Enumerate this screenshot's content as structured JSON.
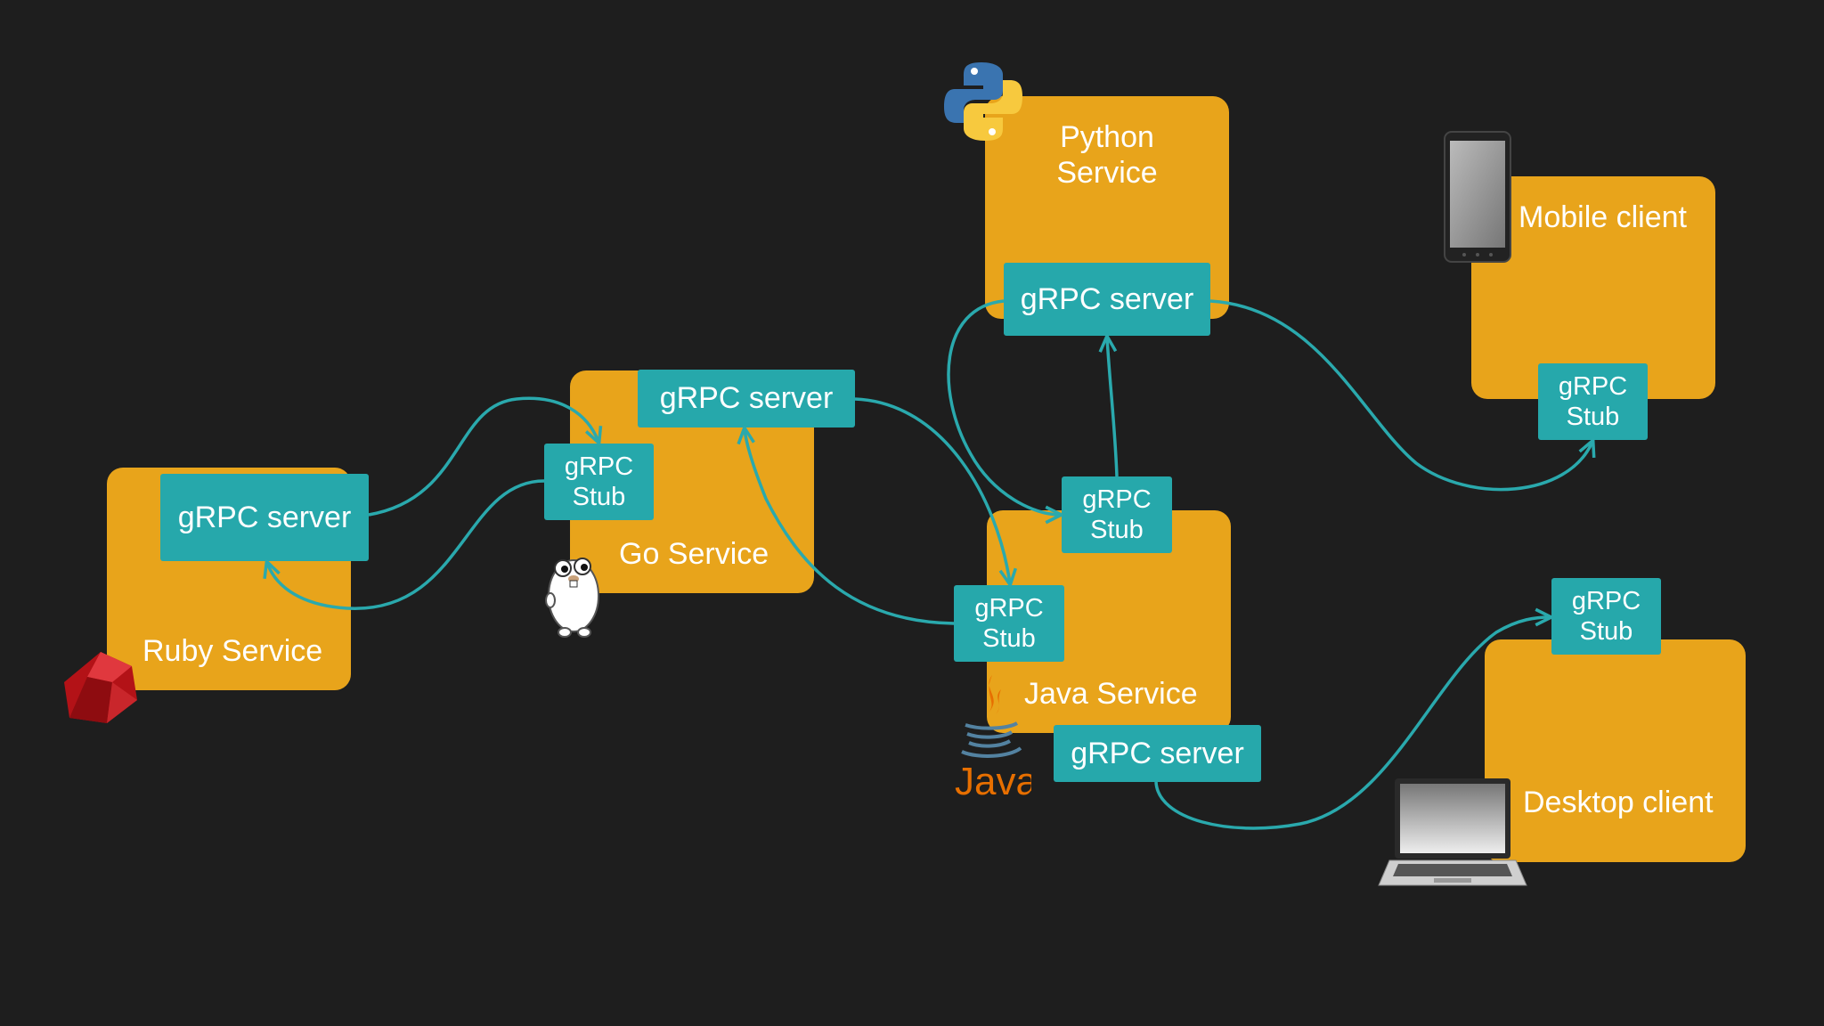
{
  "colors": {
    "background": "#1e1e1e",
    "service_box": "#e8a41b",
    "grpc_box": "#26a8ab",
    "connector": "#2aa9ad",
    "text": "#ffffff"
  },
  "services": {
    "ruby": {
      "label": "Ruby Service",
      "server": "gRPC server",
      "icon": "ruby-gem-icon"
    },
    "go": {
      "label": "Go Service",
      "server": "gRPC server",
      "stub_line1": "gRPC",
      "stub_line2": "Stub",
      "icon": "go-gopher-icon"
    },
    "python": {
      "label_line1": "Python",
      "label_line2": "Service",
      "server": "gRPC server",
      "icon": "python-logo-icon"
    },
    "java": {
      "label": "Java Service",
      "server": "gRPC server",
      "stub_top_line1": "gRPC",
      "stub_top_line2": "Stub",
      "stub_left_line1": "gRPC",
      "stub_left_line2": "Stub",
      "icon": "java-logo-icon",
      "logo_text": "Java"
    },
    "mobile": {
      "label": "Mobile client",
      "stub_line1": "gRPC",
      "stub_line2": "Stub",
      "icon": "smartphone-icon"
    },
    "desktop": {
      "label": "Desktop client",
      "stub_line1": "gRPC",
      "stub_line2": "Stub",
      "icon": "laptop-icon"
    }
  }
}
